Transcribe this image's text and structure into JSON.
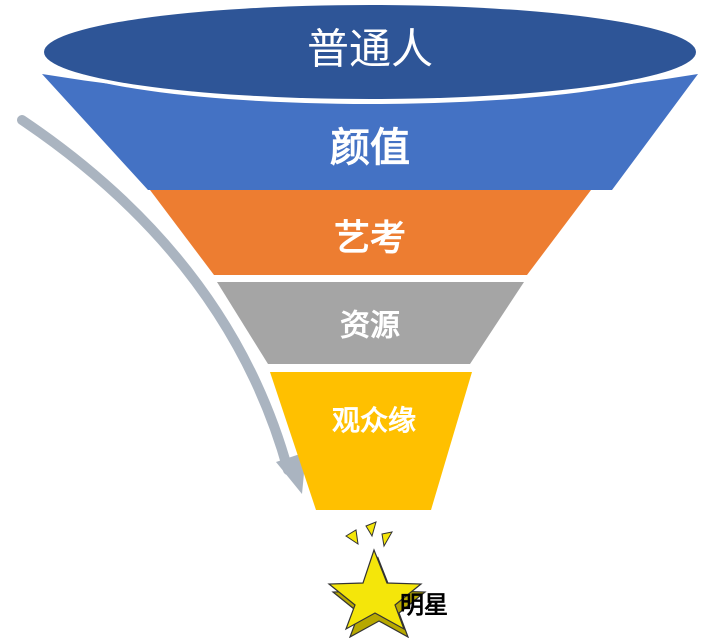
{
  "funnel": {
    "layers": [
      {
        "label": "普通人",
        "color": "#2e5597"
      },
      {
        "label": "颜值",
        "color": "#4472c4"
      },
      {
        "label": "艺考",
        "color": "#ed7d31"
      },
      {
        "label": "资源",
        "color": "#a5a5a5"
      },
      {
        "label": "观众缘",
        "color": "#ffc000"
      }
    ],
    "arrow_color": "#aab4c0",
    "result": {
      "label": "明星",
      "star_color": "#f4e60a"
    }
  }
}
